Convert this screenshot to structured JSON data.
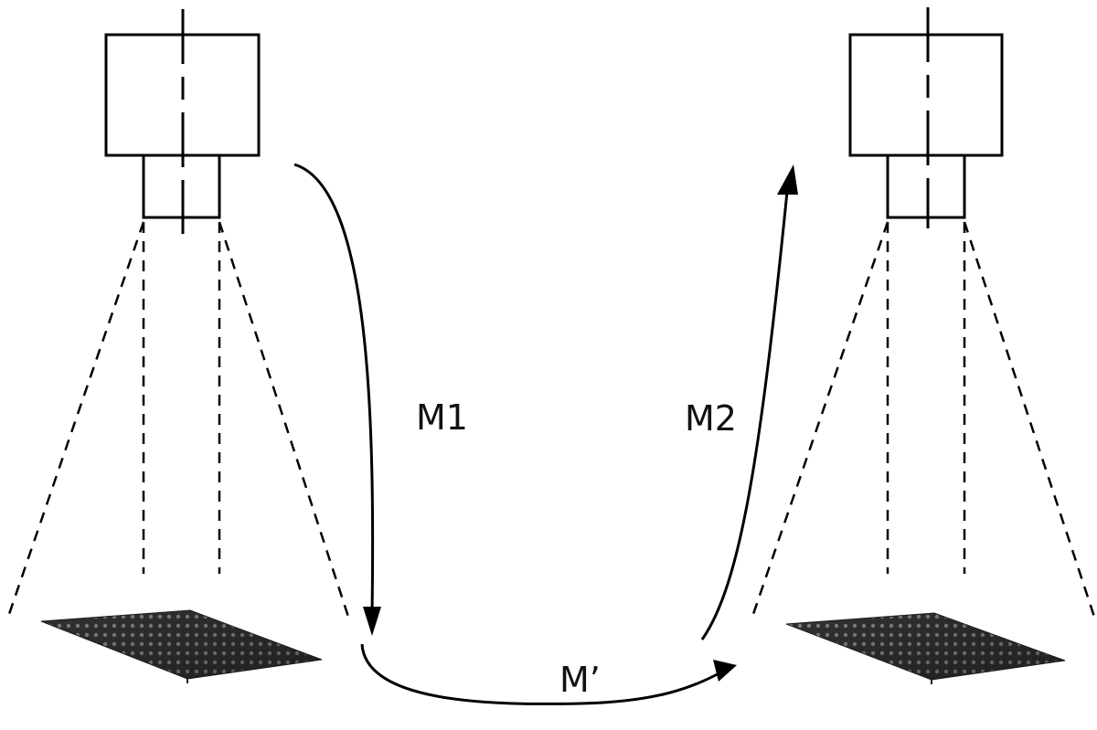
{
  "labels": {
    "m1": "M1",
    "m2": "M2",
    "m_prime": "M’"
  },
  "colors": {
    "stroke": "#000000",
    "board_dark": "#3a3a3a",
    "board_light": "#9a9a9a",
    "background": "#ffffff"
  },
  "elements": {
    "camera_left": "camera",
    "camera_right": "camera",
    "board_left": "calibration-board",
    "board_right": "calibration-board"
  }
}
